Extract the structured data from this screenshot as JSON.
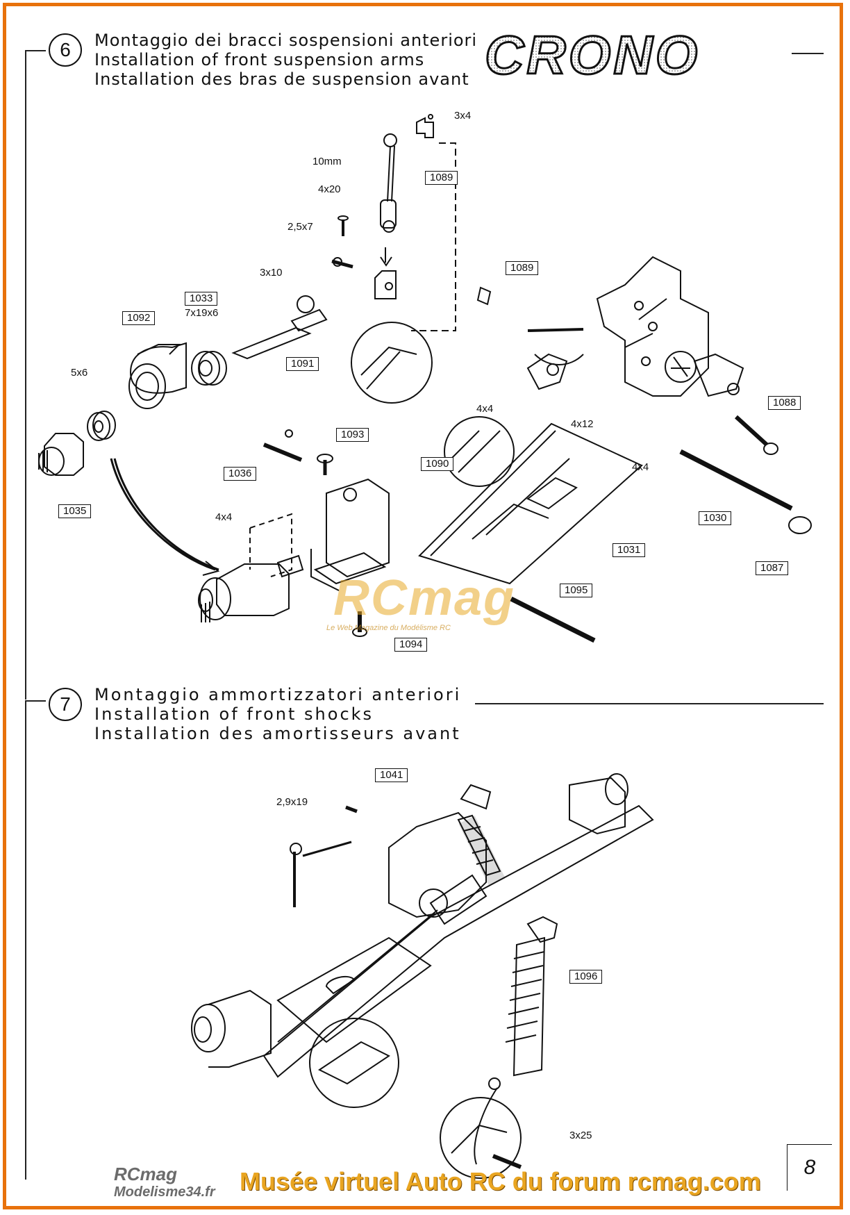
{
  "brand": {
    "logo_text": "CRONO"
  },
  "step6": {
    "number": "6",
    "title_it": "Montaggio dei bracci sospensioni anteriori",
    "title_en": "Installation of front suspension arms",
    "title_fr": "Installation des bras de suspension avant"
  },
  "step7": {
    "number": "7",
    "title_it": "Montaggio ammortizzatori anteriori",
    "title_en": "Installation of front shocks",
    "title_fr": "Installation des amortisseurs avant"
  },
  "parts_step6": {
    "p1089a": "1089",
    "p1089b": "1089",
    "p1033": "1033",
    "p1092": "1092",
    "p1091": "1091",
    "p1035": "1035",
    "p1036": "1036",
    "p1093": "1093",
    "p1090": "1090",
    "p1088": "1088",
    "p1030": "1030",
    "p1031": "1031",
    "p1087": "1087",
    "p1095": "1095",
    "p1094": "1094"
  },
  "labels_step6": {
    "l3x4": "3x4",
    "l10mm": "10mm",
    "l4x20": "4x20",
    "l2_5x7": "2,5x7",
    "l3x10": "3x10",
    "l7x19x6": "7x19x6",
    "l5x6": "5x6",
    "l4x4a": "4x4",
    "l4x12": "4x12",
    "l4x4b": "4x4",
    "l4x4c": "4x4"
  },
  "parts_step7": {
    "p1041": "1041",
    "p1096": "1096"
  },
  "labels_step7": {
    "l2_9x19": "2,9x19",
    "l3x25": "3x25"
  },
  "watermark": {
    "main": "RCmag",
    "sub": "Le Web Magazine du Modélisme RC"
  },
  "footer": {
    "banner": "Musée virtuel Auto RC du forum rcmag.com",
    "logo_main": "RCmag",
    "logo_sub": "Modelisme34.fr"
  },
  "page_number": "8",
  "colors": {
    "frame": "#e8720c",
    "banner": "#e9a521",
    "line": "#111111"
  }
}
